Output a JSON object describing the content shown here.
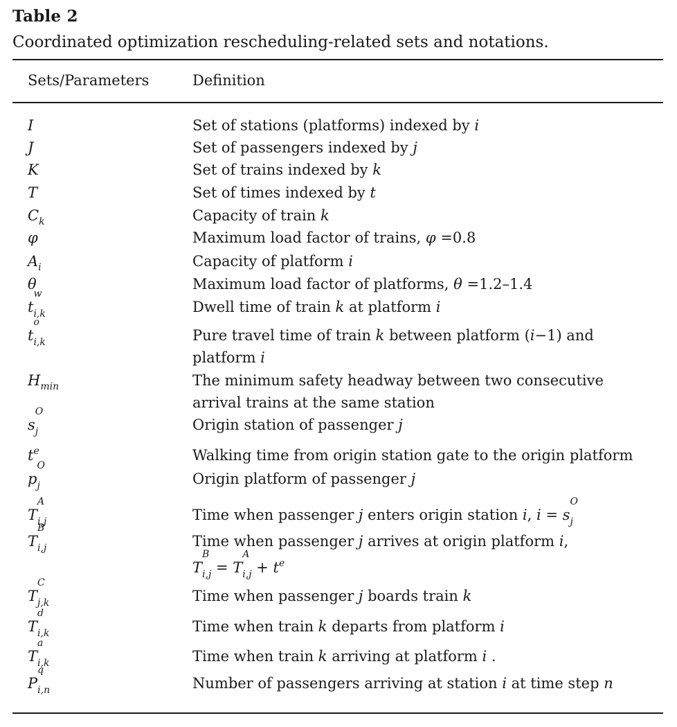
{
  "caption": {
    "label": "Table 2",
    "text": "Coordinated optimization rescheduling-related sets and notations."
  },
  "headers": {
    "col1": "Sets/Parameters",
    "col2": "Definition"
  },
  "rows": [
    {
      "sym": "I",
      "def": [
        "Set of stations (platforms) indexed by i"
      ]
    },
    {
      "sym": "J",
      "def": [
        "Set of passengers indexed by j"
      ]
    },
    {
      "sym": "K",
      "def": [
        "Set of trains indexed by k"
      ]
    },
    {
      "sym": "T",
      "def": [
        "Set of times indexed by t"
      ]
    },
    {
      "sym": "C_k",
      "def": [
        "Capacity of train k"
      ]
    },
    {
      "sym": "φ",
      "def": [
        "Maximum load factor of trains, φ =0.8"
      ]
    },
    {
      "sym": "A_i",
      "def": [
        "Capacity of platform i"
      ]
    },
    {
      "sym": "θ",
      "def": [
        "Maximum load factor of platforms, θ =1.2–1.4"
      ]
    },
    {
      "sym": "t^w_i,k",
      "def": [
        "Dwell time of train k at platform i"
      ]
    },
    {
      "sym": "t^o_i,k",
      "def": [
        "Pure travel time of train k between platform (i−1) and",
        "platform i"
      ]
    },
    {
      "sym": "H_min",
      "def": [
        "The minimum safety headway between two consecutive",
        "arrival trains at the same station"
      ]
    },
    {
      "sym": "s^O_j",
      "def": [
        "Origin station of passenger j"
      ]
    },
    {
      "sym": "t^e",
      "def": [
        "Walking time from origin station gate to the origin platform"
      ]
    },
    {
      "sym": "p^O_j",
      "def": [
        "Origin platform of passenger j"
      ]
    },
    {
      "sym": "T^A_i,j",
      "def": [
        "Time when passenger j enters origin station i, i = s^O_j"
      ]
    },
    {
      "sym": "T^B_i,j",
      "def": [
        "Time when passenger j arrives at origin platform i,",
        "T^B_i,j = T^A_i,j + t^e"
      ]
    },
    {
      "sym": "T^C_j,k",
      "def": [
        "Time when passenger j boards train k"
      ]
    },
    {
      "sym": "T^d_i,k",
      "def": [
        "Time when train k departs from platform i"
      ]
    },
    {
      "sym": "T^a_i,k",
      "def": [
        "Time when train k arriving at platform i ."
      ]
    },
    {
      "sym": "P^q_i,n",
      "def": [
        "Number of passengers arriving at station i at time step n"
      ]
    }
  ]
}
